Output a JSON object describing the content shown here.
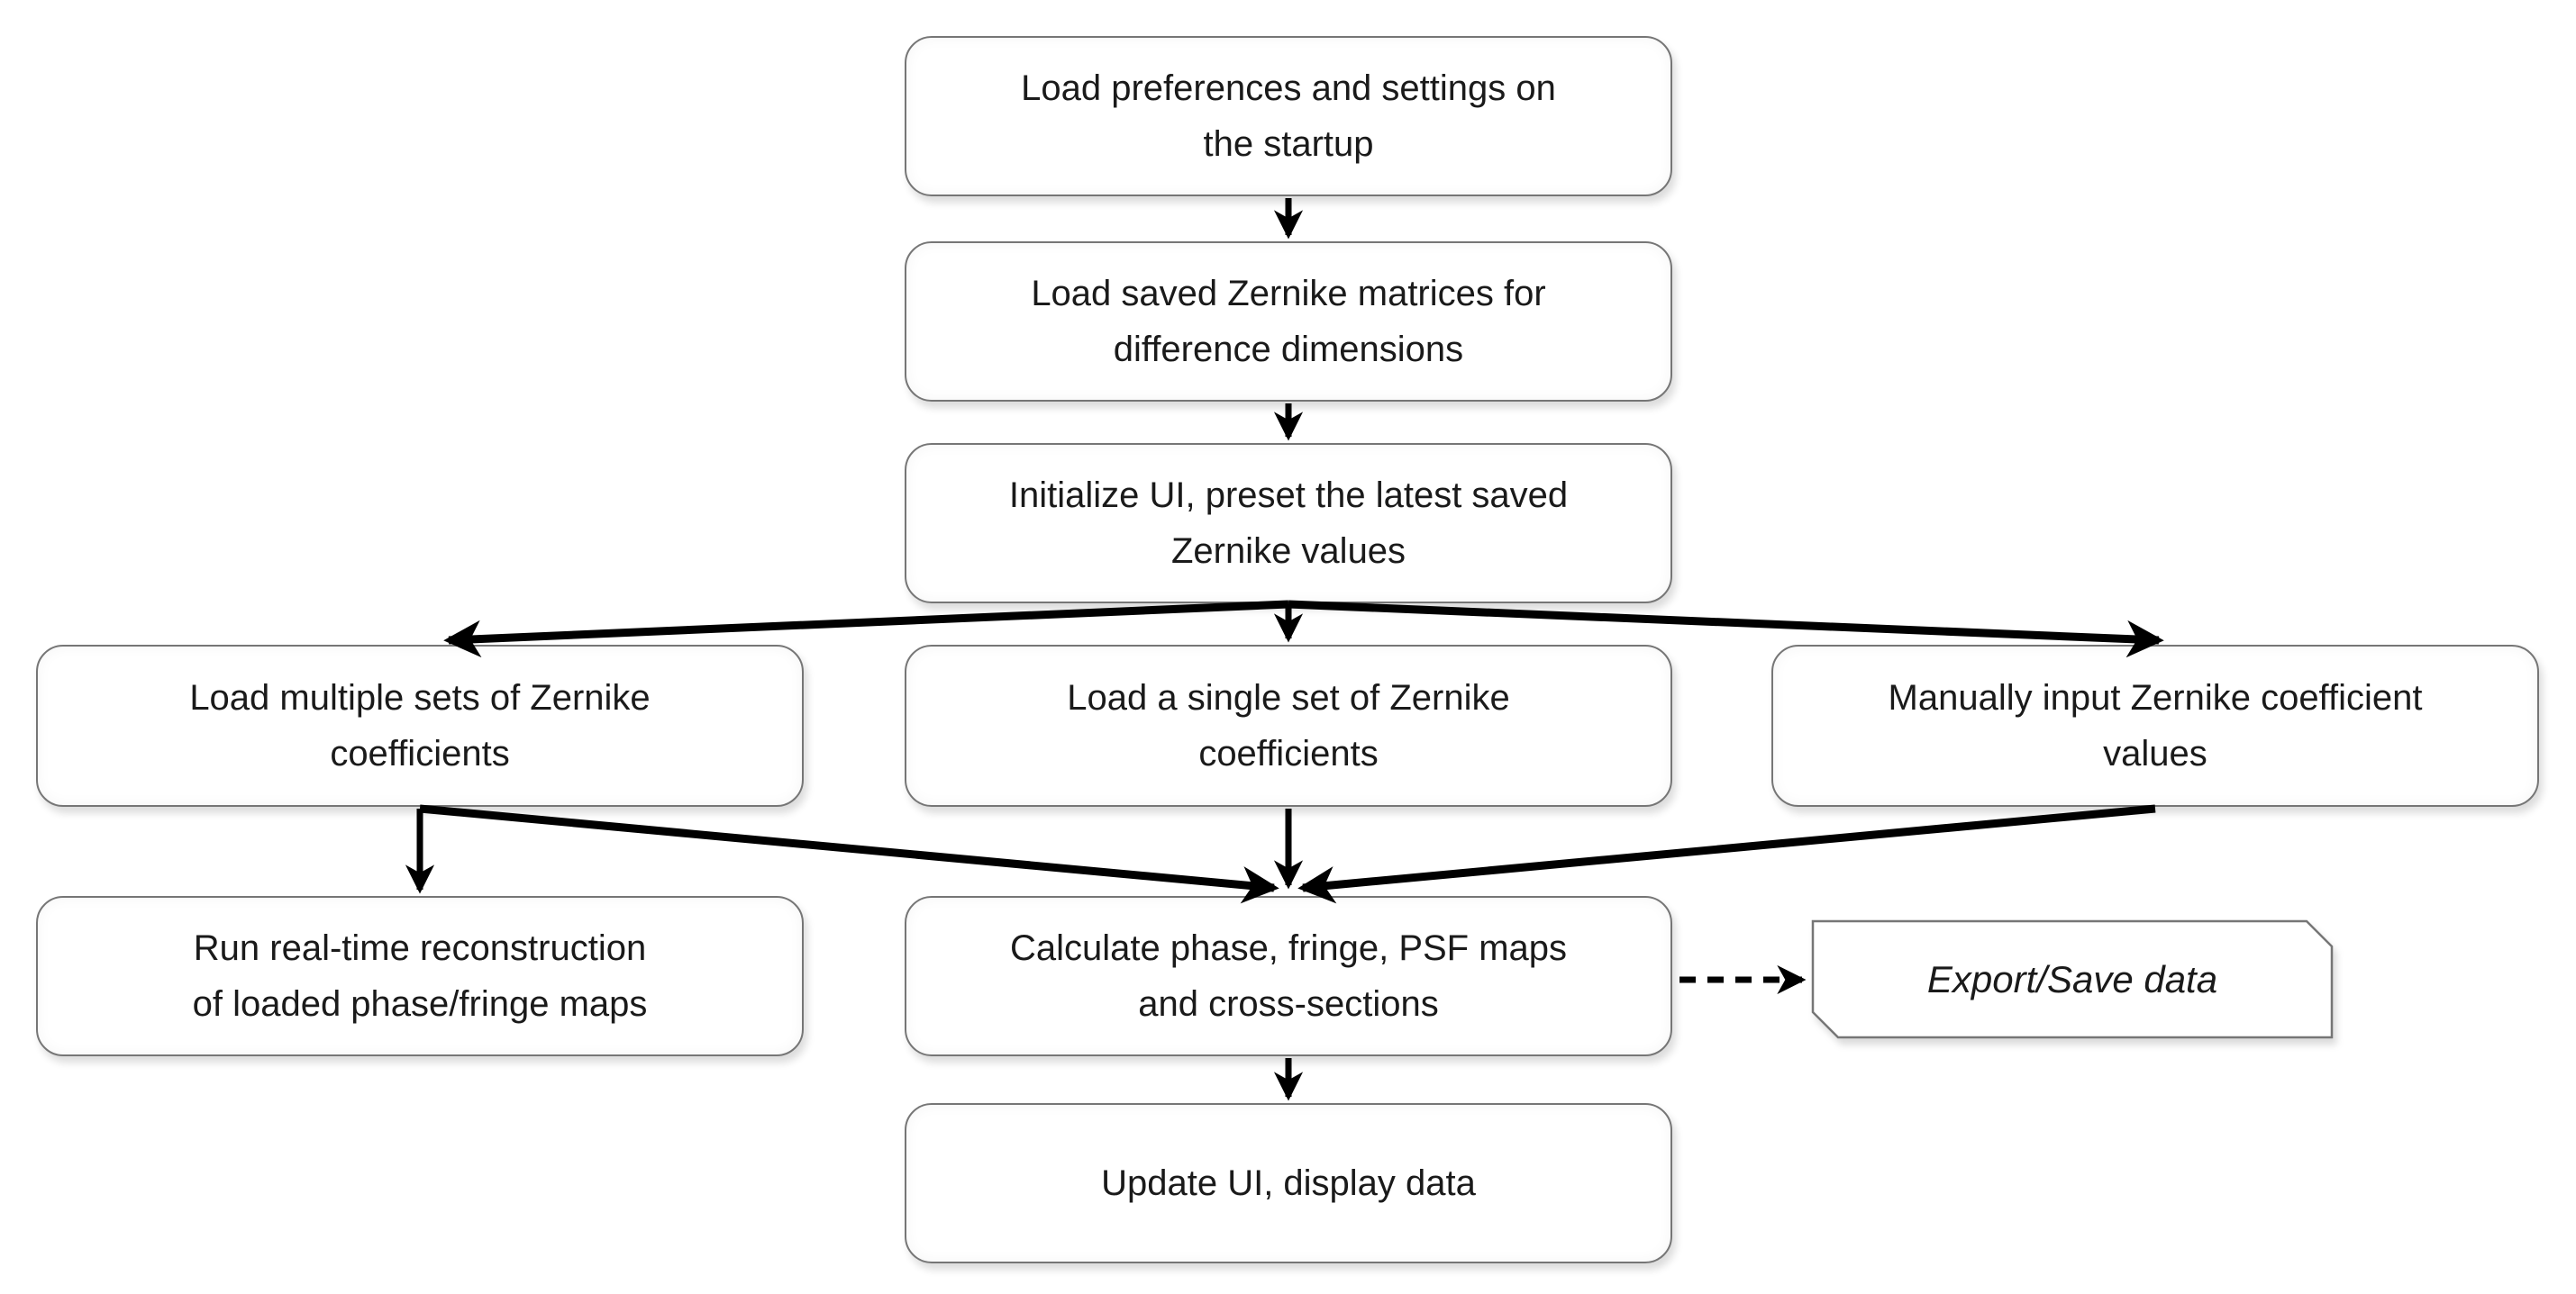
{
  "colors": {
    "background": "#ffffff",
    "node_border": "#767676",
    "node_fill": "#ffffff",
    "arrow": "#000000",
    "text": "#1a1a1a"
  },
  "nodes": {
    "load_preferences": {
      "label": "Load preferences and settings on\nthe startup",
      "shape": "rounded-rectangle"
    },
    "load_matrices": {
      "label": "Load saved Zernike matrices for\ndifference dimensions",
      "shape": "rounded-rectangle"
    },
    "initialize_ui": {
      "label": "Initialize UI, preset the latest saved\nZernike values",
      "shape": "rounded-rectangle"
    },
    "load_multiple": {
      "label": "Load multiple sets of Zernike\ncoefficients",
      "shape": "rounded-rectangle"
    },
    "load_single": {
      "label": "Load a single set of Zernike\ncoefficients",
      "shape": "rounded-rectangle"
    },
    "manual_input": {
      "label": "Manually input Zernike coefficient\nvalues",
      "shape": "rounded-rectangle"
    },
    "run_reconstruction": {
      "label": "Run real-time reconstruction\nof loaded phase/fringe maps",
      "shape": "rounded-rectangle"
    },
    "calculate_maps": {
      "label": "Calculate phase, fringe, PSF maps\nand cross-sections",
      "shape": "rounded-rectangle"
    },
    "export_save": {
      "label": "Export/Save data",
      "shape": "card",
      "text_style": "italic"
    },
    "update_ui": {
      "label": "Update UI, display data",
      "shape": "rounded-rectangle"
    }
  },
  "edges": [
    {
      "from": "load_preferences",
      "to": "load_matrices",
      "style": "solid"
    },
    {
      "from": "load_matrices",
      "to": "initialize_ui",
      "style": "solid"
    },
    {
      "from": "initialize_ui",
      "to": "load_multiple",
      "style": "solid"
    },
    {
      "from": "initialize_ui",
      "to": "load_single",
      "style": "solid"
    },
    {
      "from": "initialize_ui",
      "to": "manual_input",
      "style": "solid"
    },
    {
      "from": "load_multiple",
      "to": "run_reconstruction",
      "style": "solid"
    },
    {
      "from": "load_multiple",
      "to": "calculate_maps",
      "style": "solid"
    },
    {
      "from": "load_single",
      "to": "calculate_maps",
      "style": "solid"
    },
    {
      "from": "manual_input",
      "to": "calculate_maps",
      "style": "solid"
    },
    {
      "from": "calculate_maps",
      "to": "export_save",
      "style": "dashed"
    },
    {
      "from": "calculate_maps",
      "to": "update_ui",
      "style": "solid"
    }
  ]
}
